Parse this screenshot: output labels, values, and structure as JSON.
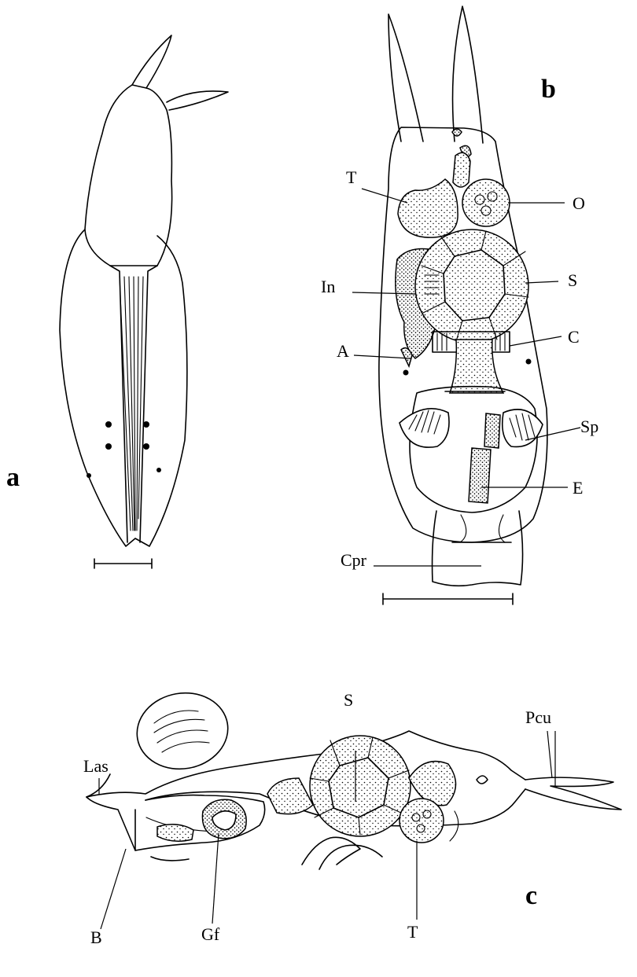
{
  "figure": {
    "panels": {
      "a": {
        "letter": "a"
      },
      "b": {
        "letter": "b",
        "labels": {
          "T": "T",
          "O": "O",
          "In": "In",
          "S": "S",
          "A": "A",
          "C": "C",
          "Sp": "Sp",
          "E": "E",
          "Cpr": "Cpr"
        }
      },
      "c": {
        "letter": "c",
        "labels": {
          "S": "S",
          "Pcu": "Pcu",
          "Las": "Las",
          "B": "B",
          "Gf": "Gf",
          "T": "T"
        }
      }
    }
  }
}
